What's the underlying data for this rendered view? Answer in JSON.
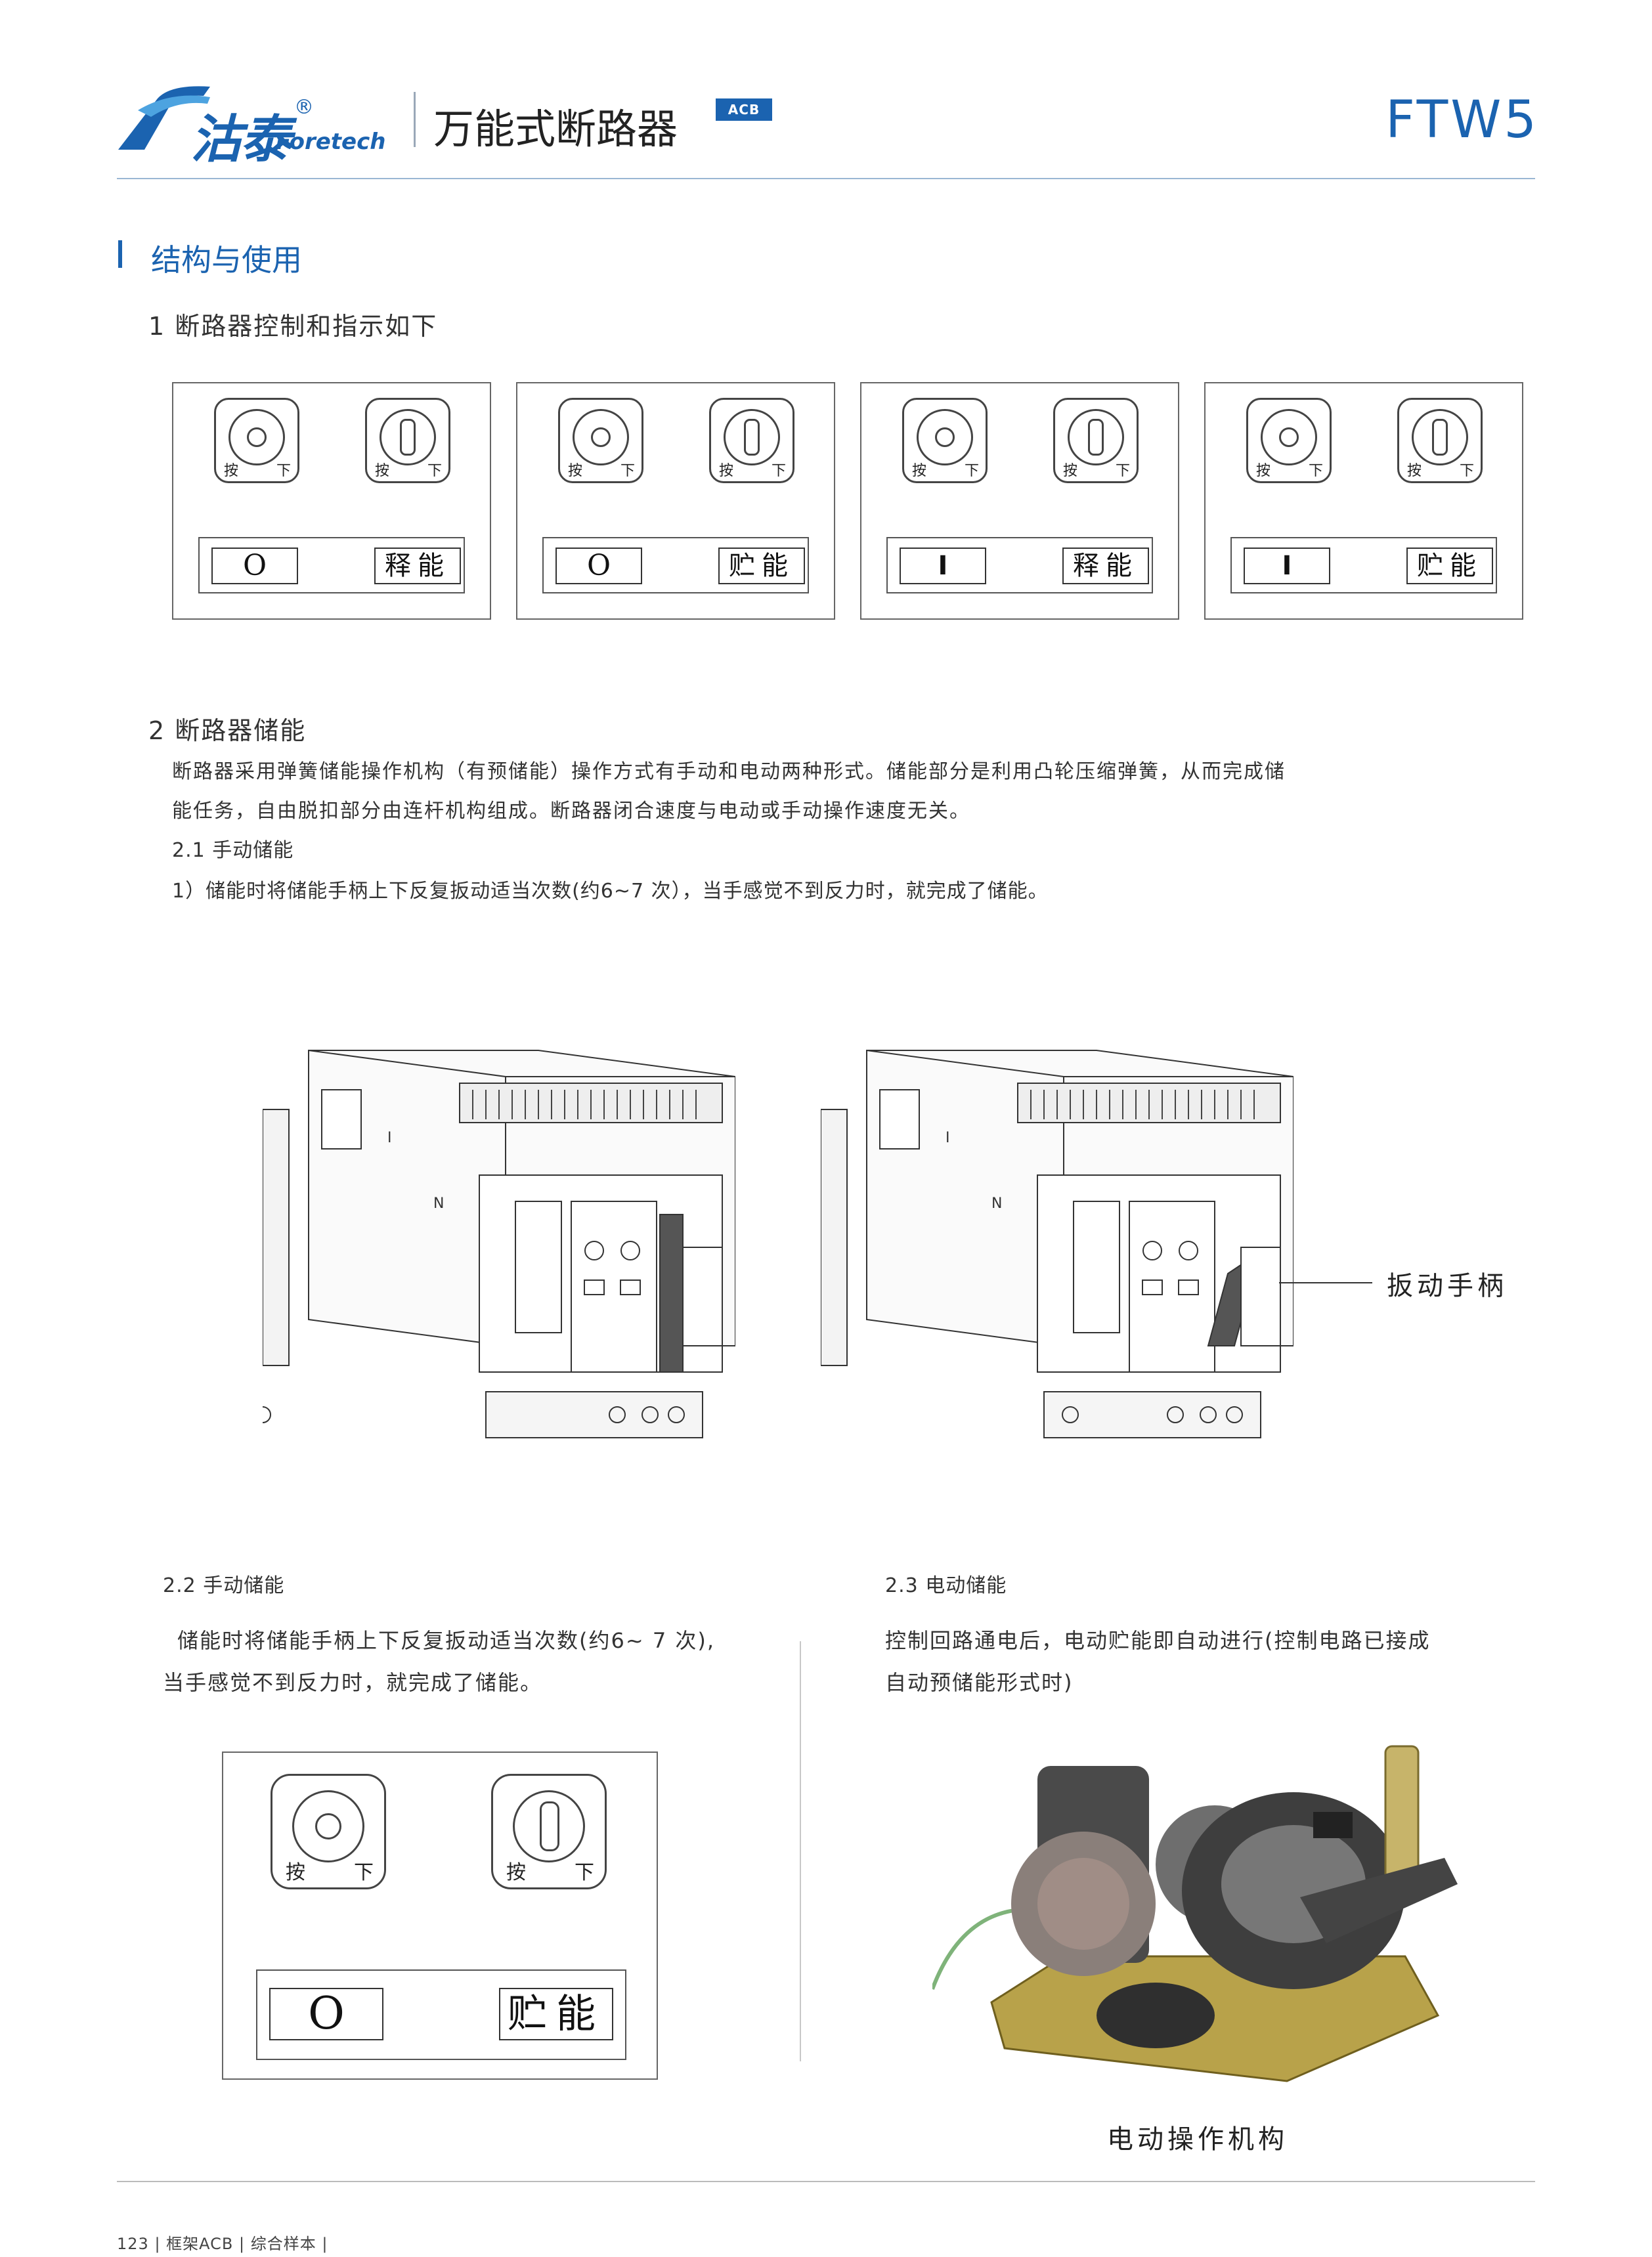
{
  "header": {
    "brand_cn": "沽泰",
    "brand_reg": "®",
    "brand_en": "Foretech",
    "title": "万能式断路器",
    "badge": "ACB",
    "model": "FTW5"
  },
  "section": {
    "title": "结构与使用",
    "sub1": "1 断路器控制和指示如下",
    "panels": [
      {
        "left_btn_label_l": "按",
        "left_btn_label_r": "下",
        "right_btn_label_l": "按",
        "right_btn_label_r": "下",
        "symbol": "O",
        "status": "释能"
      },
      {
        "left_btn_label_l": "按",
        "left_btn_label_r": "下",
        "right_btn_label_l": "按",
        "right_btn_label_r": "下",
        "symbol": "O",
        "status": "贮能"
      },
      {
        "left_btn_label_l": "按",
        "left_btn_label_r": "下",
        "right_btn_label_l": "按",
        "right_btn_label_r": "下",
        "symbol": "I",
        "status": "释能"
      },
      {
        "left_btn_label_l": "按",
        "left_btn_label_r": "下",
        "right_btn_label_l": "按",
        "right_btn_label_r": "下",
        "symbol": "I",
        "status": "贮能"
      }
    ],
    "sub2": "2 断路器储能",
    "para_line1": "断路器采用弹簧储能操作机构（有预储能）操作方式有手动和电动两种形式。储能部分是利用凸轮压缩弹簧，从而完成储",
    "para_line2": "能任务，自由脱扣部分由连杆机构组成。断路器闭合速度与电动或手动操作速度无关。",
    "sub21": "2.1 手动储能",
    "step1": "1）储能时将储能手柄上下反复扳动适当次数(约6~7 次），当手感觉不到反力时，就完成了储能。",
    "breaker_labels": {
      "label_i": "I",
      "label_n": "N"
    },
    "callout": "扳动手柄"
  },
  "lower": {
    "left_title": "2.2 手动储能",
    "left_line1": "储能时将储能手柄上下反复扳动适当次数(约6~ 7 次),",
    "left_line2": "当手感觉不到反力时，就完成了储能。",
    "right_title": "2.3 电动储能",
    "right_line1": "控制回路通电后，电动贮能即自动进行(控制电路已接成",
    "right_line2": "自动预储能形式时)",
    "big_panel": {
      "btn_l_l": "按",
      "btn_l_r": "下",
      "btn_r_l": "按",
      "btn_r_r": "下",
      "symbol": "O",
      "status": "贮能"
    },
    "mech_caption": "电动操作机构"
  },
  "footer": {
    "text": "123 | 框架ACB | 综合样本 |"
  },
  "colors": {
    "brand": "#1b63b0",
    "rule": "#9ab7d4"
  }
}
